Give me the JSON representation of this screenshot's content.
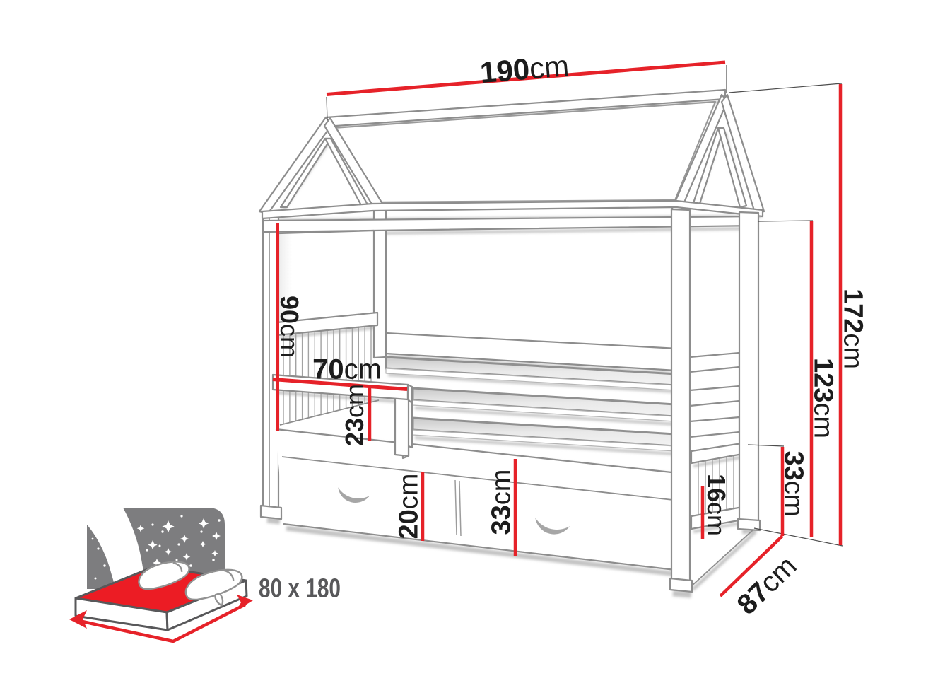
{
  "diagram": {
    "type": "furniture-dimension-drawing",
    "dimensions": {
      "length": {
        "value": "190",
        "unit": "cm"
      },
      "headboard_height": {
        "value": "90",
        "unit": "cm"
      },
      "rail_length": {
        "value": "70",
        "unit": "cm"
      },
      "rail_height": {
        "value": "23",
        "unit": "cm"
      },
      "drawer_height": {
        "value": "20",
        "unit": "cm"
      },
      "base_height": {
        "value": "33",
        "unit": "cm"
      },
      "footboard_slats": {
        "value": "16",
        "unit": "cm"
      },
      "footboard_height": {
        "value": "33",
        "unit": "cm"
      },
      "depth": {
        "value": "87",
        "unit": "cm"
      },
      "wall_height": {
        "value": "123",
        "unit": "cm"
      },
      "total_height": {
        "value": "172",
        "unit": "cm"
      }
    },
    "mattress_size_label": "80 x 180",
    "colors": {
      "dimension_red": "#e62229",
      "line_gray": "#8d8d8d",
      "icon_gray": "#7d7d7f",
      "label_black": "#1c1c1c",
      "size_label_gray": "#58585a"
    }
  }
}
